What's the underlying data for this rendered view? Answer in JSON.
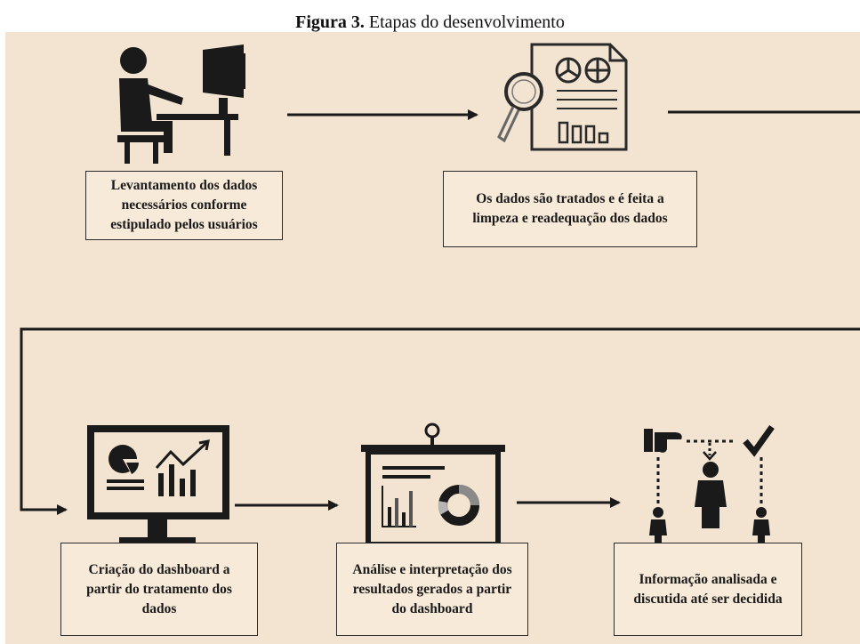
{
  "caption": {
    "label": "Figura 3.",
    "text": "Etapas do desenvolvimento"
  },
  "steps": [
    {
      "text": "Levantamento dos dados necessários conforme estipulado pelos usuários",
      "icon": "person-at-computer-icon"
    },
    {
      "text": "Os dados são tratados e é feita a limpeza e readequação dos dados",
      "icon": "document-magnifier-icon"
    },
    {
      "text": "Criação do dashboard a partir do tratamento dos dados",
      "icon": "monitor-dashboard-icon"
    },
    {
      "text": "Análise e interpretação dos resultados gerados a partir do dashboard",
      "icon": "presentation-board-icon"
    },
    {
      "text": "Informação analisada e discutida até ser decidida",
      "icon": "decision-people-icon"
    }
  ],
  "colors": {
    "background": "#f3e4d1",
    "ink": "#1a1a1a"
  }
}
